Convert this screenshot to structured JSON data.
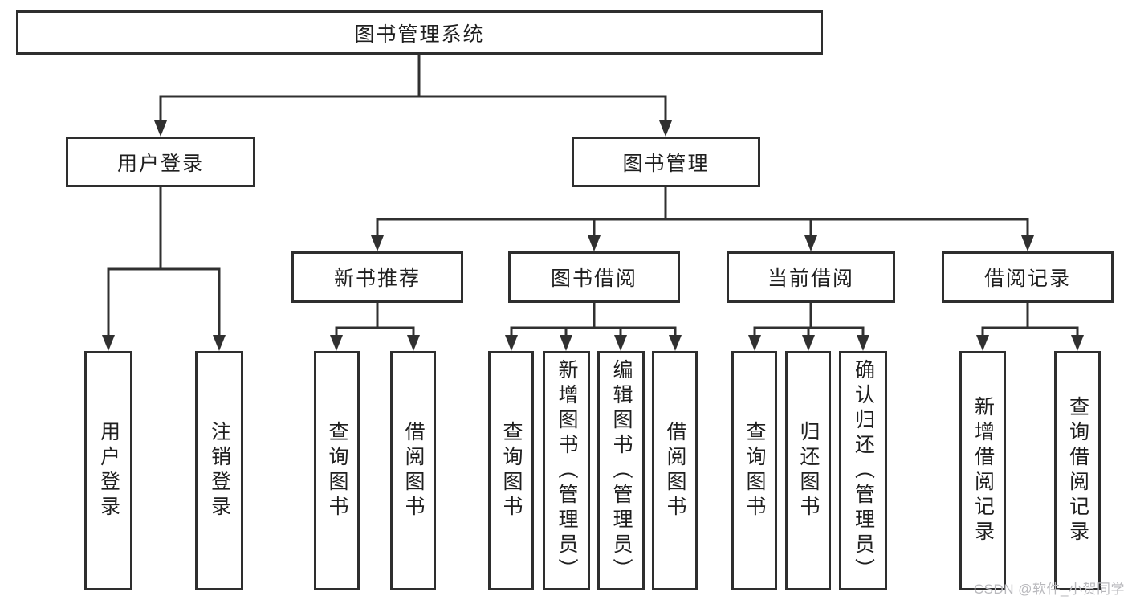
{
  "diagram_title": "图书管理系统",
  "nodes": {
    "root": {
      "label": "图书管理系统"
    },
    "user_login": {
      "label": "用户登录"
    },
    "book_mgmt": {
      "label": "图书管理"
    },
    "new_book_rec": {
      "label": "新书推荐"
    },
    "book_borrow": {
      "label": "图书借阅"
    },
    "current_borrow": {
      "label": "当前借阅"
    },
    "borrow_records": {
      "label": "借阅记录"
    },
    "leaf_user_login": {
      "label": "用户登录"
    },
    "leaf_logout": {
      "label": "注销登录"
    },
    "leaf_query_books_rec": {
      "label": "查询图书"
    },
    "leaf_borrow_books_rec": {
      "label": "借阅图书"
    },
    "leaf_query_books_bor": {
      "label": "查询图书"
    },
    "leaf_add_books": {
      "label": "新增图书（管理员）"
    },
    "leaf_edit_books": {
      "label": "编辑图书（管理员）"
    },
    "leaf_borrow_books": {
      "label": "借阅图书"
    },
    "leaf_query_books_cur": {
      "label": "查询图书"
    },
    "leaf_return_books": {
      "label": "归还图书"
    },
    "leaf_confirm_return": {
      "label": "确认归还（管理员）"
    },
    "leaf_add_borrow_rec": {
      "label": "新增借阅记录"
    },
    "leaf_query_borrow_rec": {
      "label": "查询借阅记录"
    }
  },
  "hierarchy": {
    "图书管理系统": {
      "用户登录": [
        "用户登录",
        "注销登录"
      ],
      "图书管理": {
        "新书推荐": [
          "查询图书",
          "借阅图书"
        ],
        "图书借阅": [
          "查询图书",
          "新增图书（管理员）",
          "编辑图书（管理员）",
          "借阅图书"
        ],
        "当前借阅": [
          "查询图书",
          "归还图书",
          "确认归还（管理员）"
        ],
        "借阅记录": [
          "新增借阅记录",
          "查询借阅记录"
        ]
      }
    }
  },
  "watermark": {
    "text": "CSDN @软件_小贺同学"
  },
  "colors": {
    "line": "#303030",
    "box_border": "#2e2e2e",
    "text": "#1f1f1f",
    "watermark": "#b9b9bd",
    "background": "#ffffff"
  }
}
